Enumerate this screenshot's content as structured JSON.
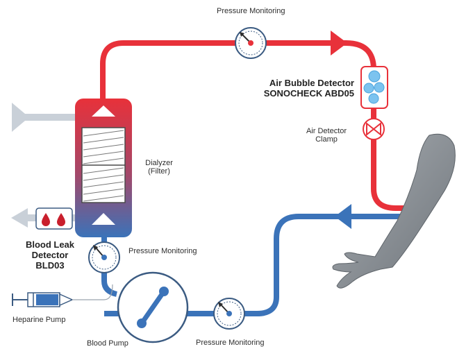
{
  "labels": {
    "pressure_top": "Pressure Monitoring",
    "pressure_mid": "Pressure Monitoring",
    "pressure_bottom": "Pressure Monitoring",
    "air_bubble_line1": "Air Bubble Detector",
    "air_bubble_line2": "SONOCHECK ABD05",
    "air_clamp_line1": "Air Detector",
    "air_clamp_line2": "Clamp",
    "dialyzer_line1": "Dialyzer",
    "dialyzer_line2": "(Filter)",
    "blood_leak_line1": "Blood Leak",
    "blood_leak_line2": "Detector",
    "blood_leak_line3": "BLD03",
    "heparine_pump": "Heparine Pump",
    "blood_pump": "Blood Pump"
  },
  "colors": {
    "arterial_line": "#e8313a",
    "venous_line": "#3b73b9",
    "dialysate_line": "#c9d0d8",
    "arm": "#8a9096",
    "gauge_ring": "#3b5b82"
  },
  "icons": {
    "pressure_gauge": "pressure-gauge-icon",
    "air_bubble": "air-bubble-icon",
    "clamp": "clamp-icon",
    "blood_drop": "blood-drop-icon",
    "syringe": "syringe-icon",
    "pump_rotor": "pump-rotor-icon",
    "arm": "arm-icon"
  }
}
